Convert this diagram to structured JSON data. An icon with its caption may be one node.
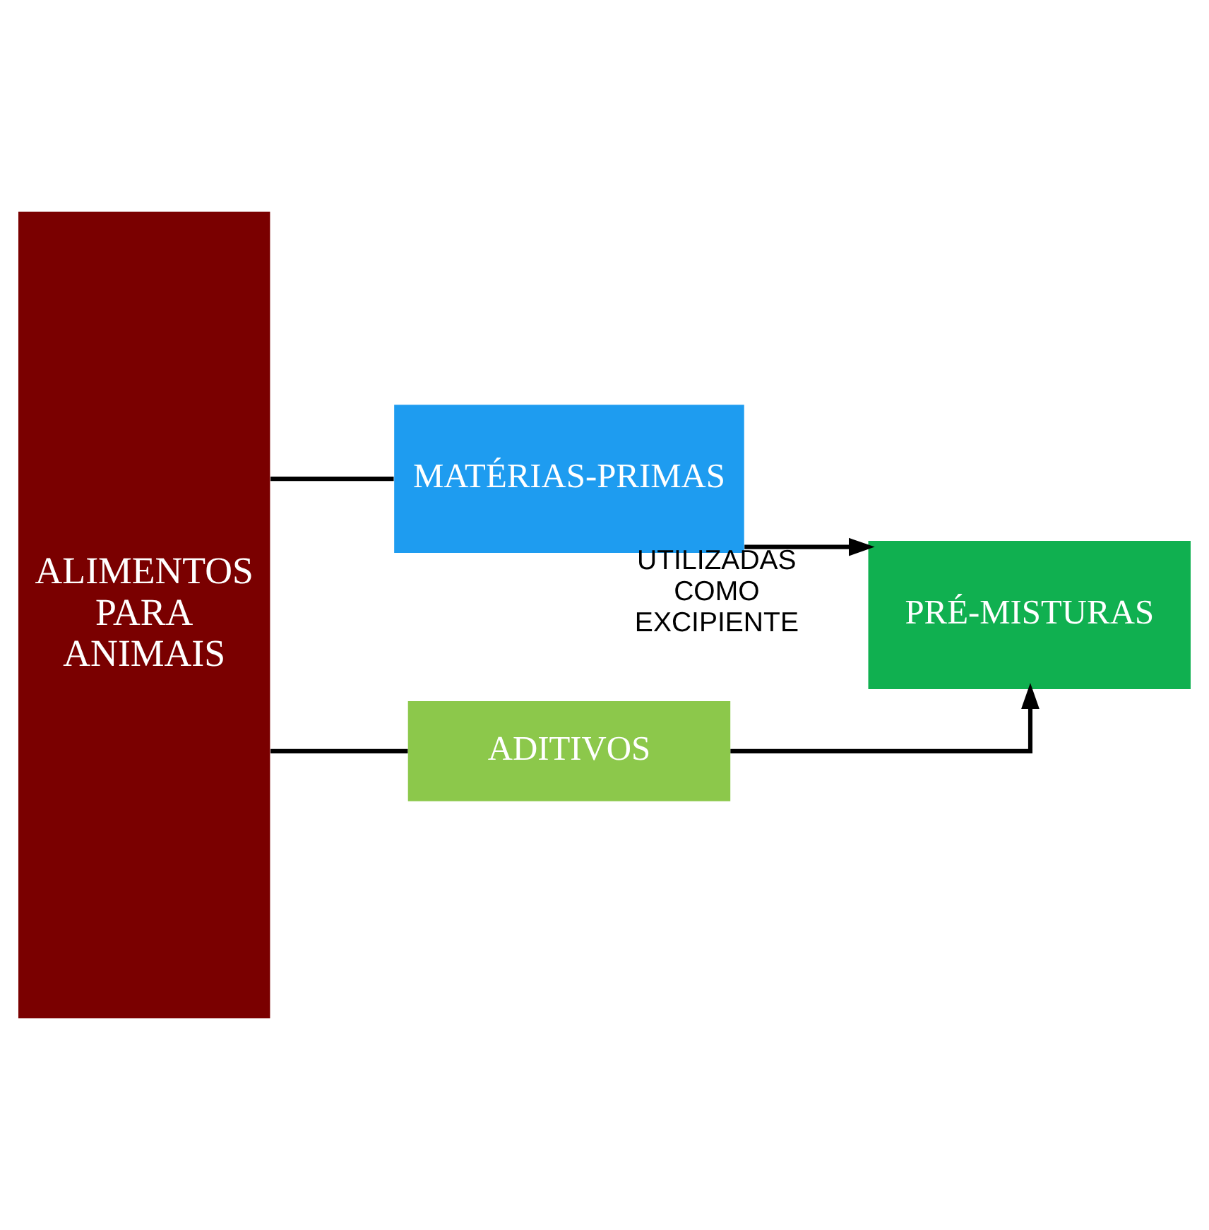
{
  "diagram": {
    "nodes": [
      {
        "text": [
          "ALIMENTOS PARA ANIMAIS"
        ]
      },
      {
        "text": [
          "MATÉRIAS-PRIMAS"
        ]
      },
      {
        "text": [
          "ADITIVOS"
        ]
      },
      {
        "text": [
          "PRÉ-MISTURAS"
        ]
      }
    ],
    "edges": [
      {
        "from": 0,
        "to": 1,
        "arrow": "none"
      },
      {
        "from": 0,
        "to": 2,
        "arrow": "none"
      },
      {
        "from": 1,
        "to": 3,
        "arrow": "to",
        "label": "UTILIZADAS COMO EXCIPIENTE"
      },
      {
        "from": 2,
        "to": 3,
        "arrow": "to"
      }
    ]
  }
}
